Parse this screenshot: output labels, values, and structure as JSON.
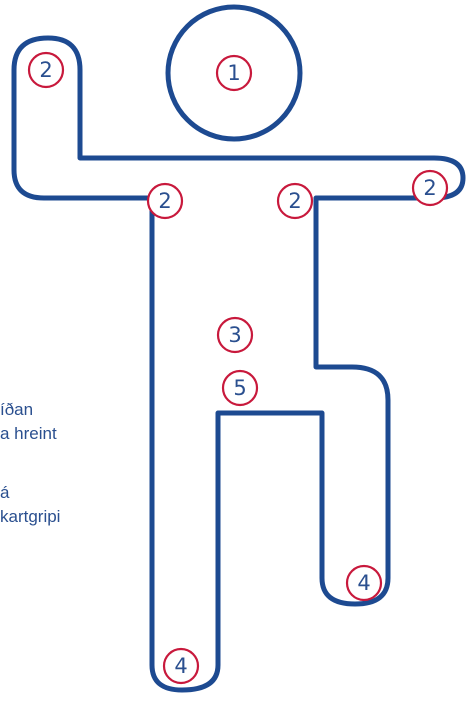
{
  "colors": {
    "outline": "#1d4a91",
    "marker_ring": "#c8193c",
    "marker_text": "#2a4f8f",
    "side_text": "#2a4f8f",
    "background": "#ffffff"
  },
  "markers": [
    "1",
    "2",
    "2",
    "2",
    "2",
    "3",
    "5",
    "4",
    "4"
  ],
  "side_text": {
    "block1": [
      "íðan",
      "a hreint"
    ],
    "block2": [
      "á",
      "kartgripi"
    ]
  }
}
